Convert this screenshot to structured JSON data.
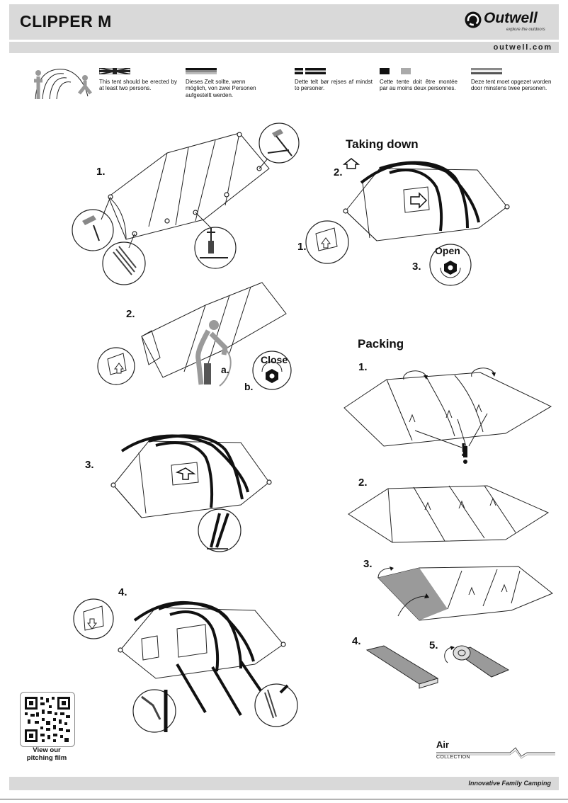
{
  "header": {
    "title": "CLIPPER M",
    "brand": "Outwell",
    "brand_tagline": "explore the outdoors",
    "website": "outwell.com"
  },
  "languages": [
    {
      "code": "en",
      "text": "This tent should be erected by at least two persons."
    },
    {
      "code": "de",
      "text": "Dieses Zelt sollte, wenn möglich, von zwei Personen aufgestellt werden."
    },
    {
      "code": "dk",
      "text": "Dette telt bør rejses af mindst to personer."
    },
    {
      "code": "fr",
      "text": "Cette tente doit être montée par au moins deux personnes."
    },
    {
      "code": "nl",
      "text": "Deze tent moet opgezet worden door minstens twee personen."
    }
  ],
  "pitching": {
    "step1": "1.",
    "step2": "2.",
    "step2a": "a.",
    "step2b": "b.",
    "close_label": "Close",
    "step3": "3.",
    "step4": "4."
  },
  "taking_down": {
    "heading": "Taking down",
    "step1": "1.",
    "step2": "2.",
    "step3": "3.",
    "open_label": "Open"
  },
  "packing": {
    "heading": "Packing",
    "step1": "1.",
    "step1_warning": "!",
    "step2": "2.",
    "step3": "3.",
    "step4": "4.",
    "step5": "5."
  },
  "footer": {
    "qr_caption_line1": "View our",
    "qr_caption_line2": "pitching film",
    "collection_title": "Air",
    "collection_sub": "COLLECTION",
    "tagline": "Innovative Family Camping"
  },
  "colors": {
    "bar_grey": "#d9d9d9",
    "ink": "#111111"
  }
}
